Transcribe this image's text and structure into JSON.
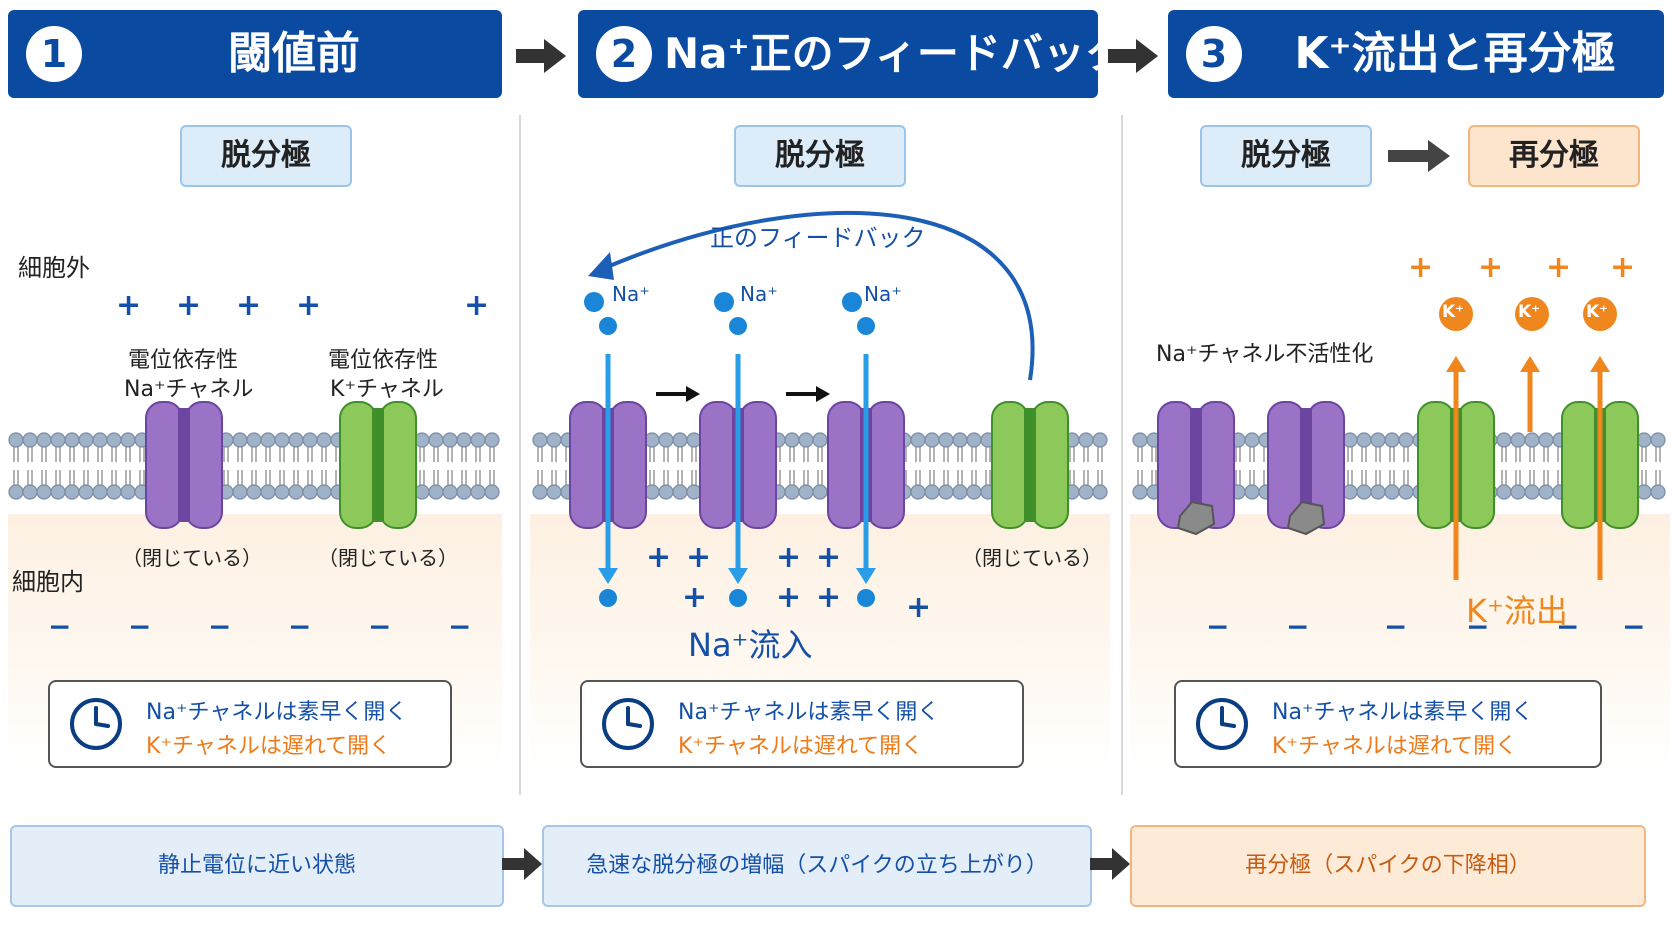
{
  "panels": [
    {
      "num": "1",
      "title": "閾値前"
    },
    {
      "num": "2",
      "title": "Na⁺正のフィードバック"
    },
    {
      "num": "3",
      "title": "K⁺流出と再分極"
    }
  ],
  "state_labels": {
    "p1": "脱分極",
    "p2": "脱分極",
    "p3_from": "脱分極",
    "p3_to": "再分極"
  },
  "labels": {
    "extracellular": "細胞外",
    "intracellular": "細胞内",
    "na_channel": [
      "電位依存性",
      "Na⁺チャネル"
    ],
    "k_channel": [
      "電位依存性",
      "K⁺チャネル"
    ],
    "closed": "（閉じている）",
    "feedback": "正のフィードバック",
    "na_ion": "Na⁺",
    "na_influx": "Na⁺流入",
    "na_inactivated": "Na⁺チャネル不活性化",
    "k_ion": "K⁺",
    "k_efflux": "K⁺流出"
  },
  "signs": {
    "plus": "+",
    "minus": "−"
  },
  "info": {
    "line1": "Na⁺チャネルは素早く開く",
    "line2": "K⁺チャネルは遅れて開く"
  },
  "bottom": {
    "b1": "静止電位に近い状態",
    "b2": "急速な脱分極の増幅（スパイクの立ち上がり）",
    "b3": "再分極（スパイクの下降相）"
  },
  "colors": {
    "header_blue": "#0a4aa0",
    "na_channel_purple": "#9a72c6",
    "k_channel_green": "#8cc85a",
    "sodium_ion": "#1a86d8",
    "potassium_ion": "#f0871e",
    "membrane_head": "#9fb2c8"
  },
  "icons": [
    "clock-icon",
    "arrow-right-icon",
    "feedback-arrow-icon"
  ]
}
